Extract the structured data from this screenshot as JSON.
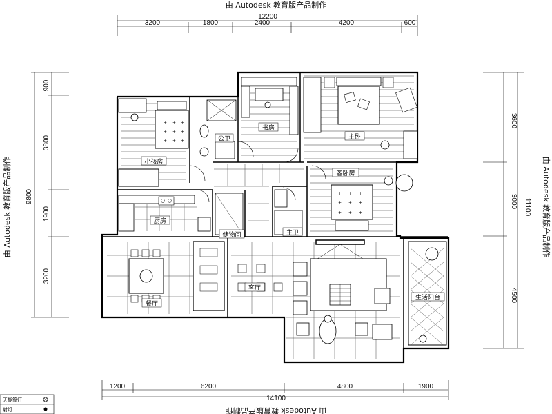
{
  "watermark": {
    "top": "由 Autodesk 教育版产品制作",
    "bottom": "由 Autodesk 教育版产品制作",
    "left": "由 Autodesk 教育版产品制作",
    "right": "由 Autodesk 教育版产品制作"
  },
  "dimensions": {
    "top_total": "12200",
    "top_segments": [
      "3200",
      "1800",
      "2400",
      "4200",
      "600"
    ],
    "bottom_total": "14100",
    "bottom_segments": [
      "1200",
      "6200",
      "4800",
      "1900"
    ],
    "left_total": "9800",
    "left_segments": [
      "900",
      "3800",
      "1900",
      "3200"
    ],
    "right_total": "11100",
    "right_segments": [
      "3600",
      "3000",
      "4500"
    ]
  },
  "rooms": {
    "kids_room": "小孩房",
    "bathroom": "公卫",
    "study": "书房",
    "master_bedroom": "主卧",
    "kitchen": "厨房",
    "storage": "储物间",
    "master_bath": "主卫",
    "guest_bedroom": "客卧房",
    "living_room": "客厅",
    "dining_room": "餐厅",
    "balcony": "生活阳台"
  },
  "legend": {
    "item1": "天棚筒灯",
    "item2": "射灯"
  }
}
